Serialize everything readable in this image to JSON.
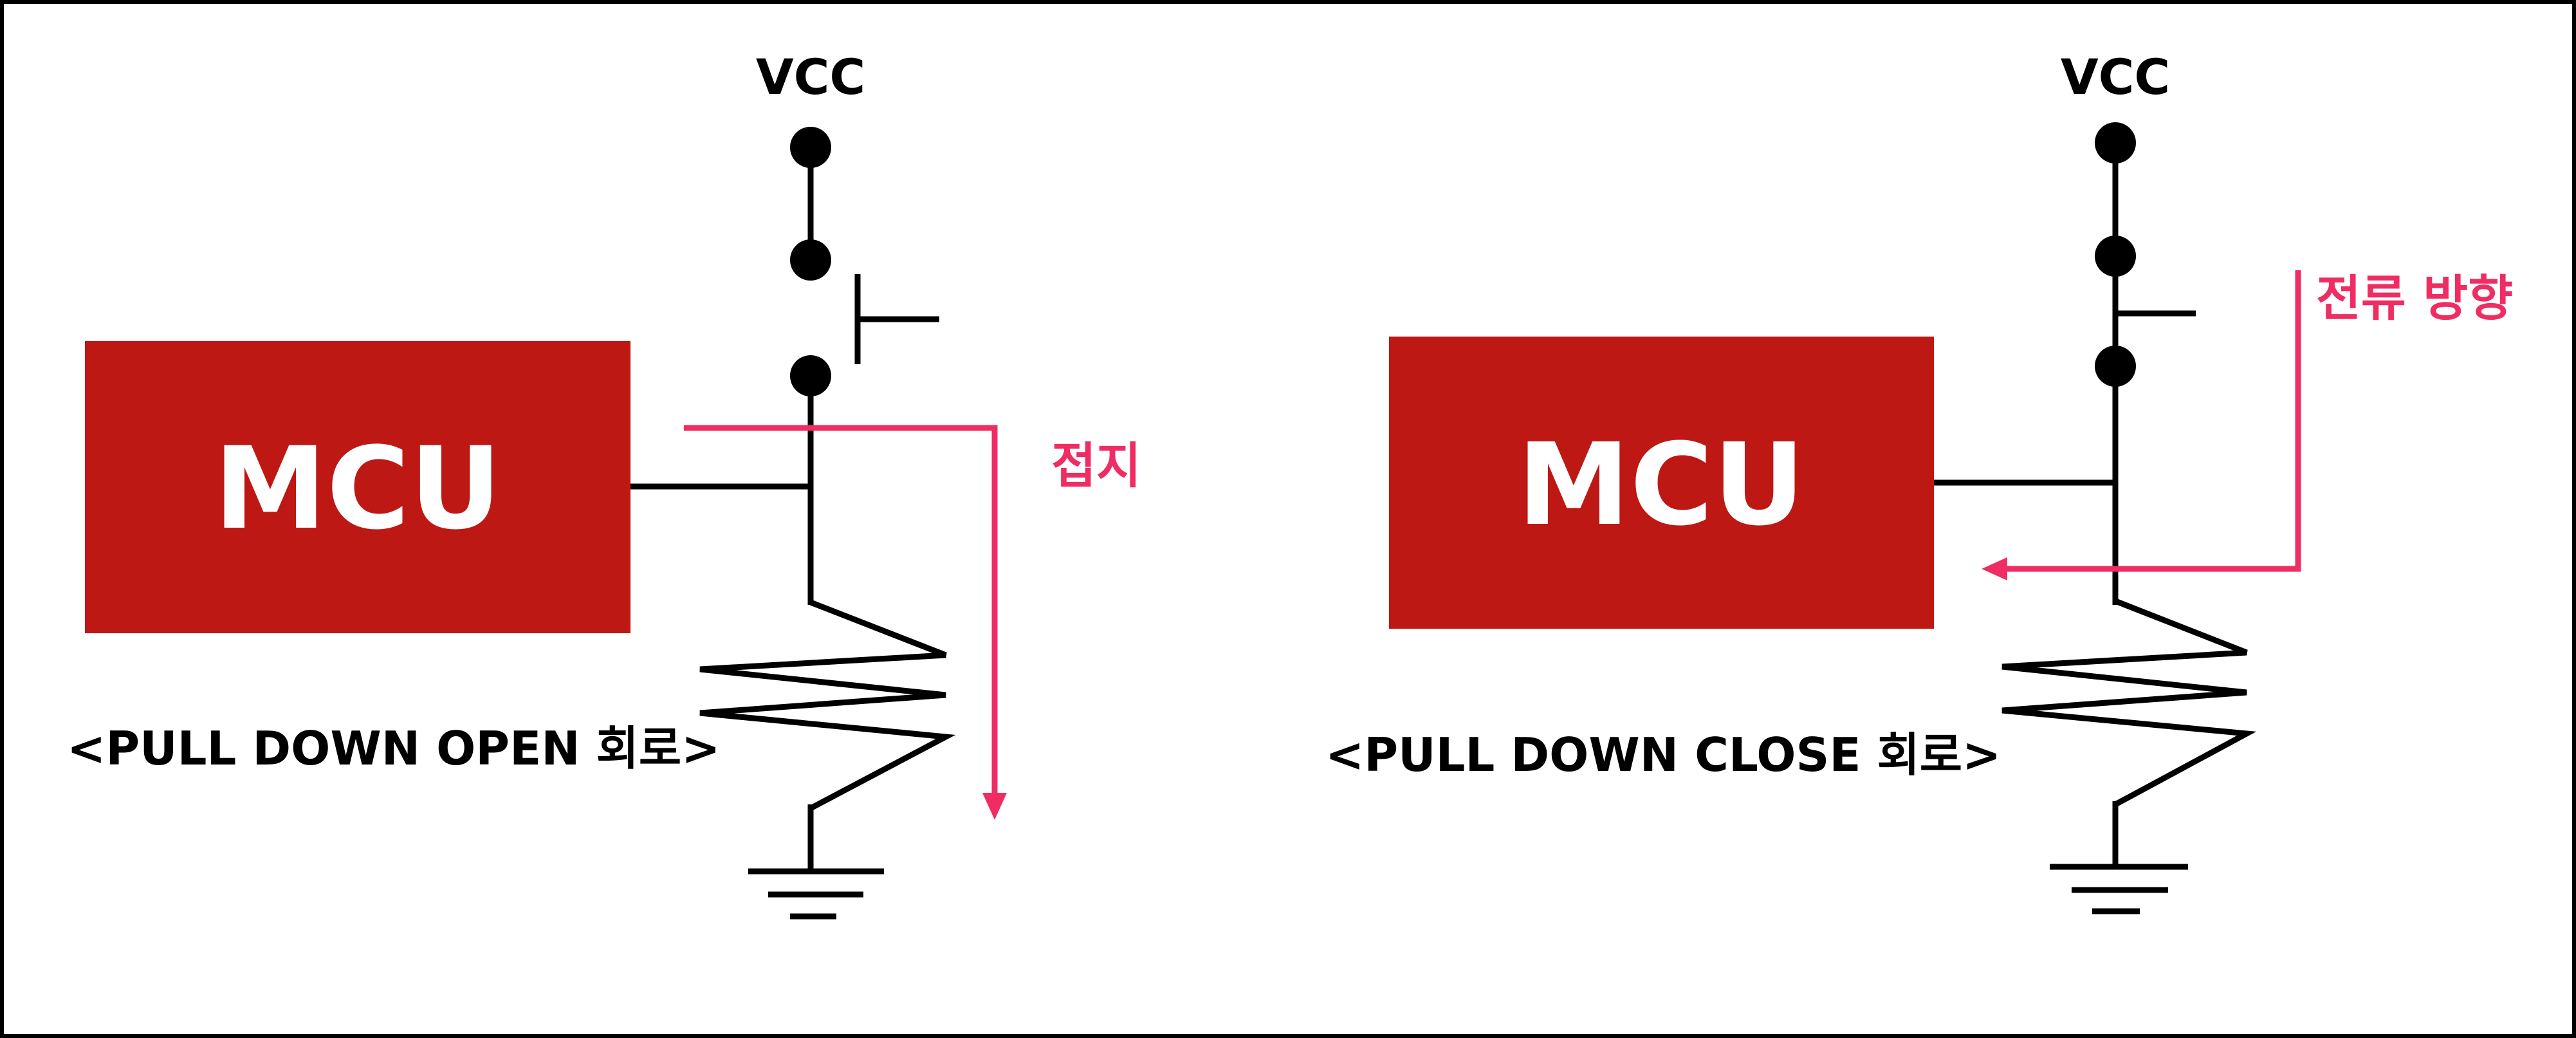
{
  "colors": {
    "mcu_fill": "#be1814",
    "mcu_text": "#ffffff",
    "annotation": "#ef2d63",
    "wire": "#000000"
  },
  "open_circuit": {
    "supply_label": "VCC",
    "mcu_label": "MCU",
    "title": "<PULL DOWN OPEN 회로>",
    "annotation": "접지"
  },
  "close_circuit": {
    "supply_label": "VCC",
    "mcu_label": "MCU",
    "title": "<PULL DOWN CLOSE 회로>",
    "annotation": "전류 방향"
  }
}
